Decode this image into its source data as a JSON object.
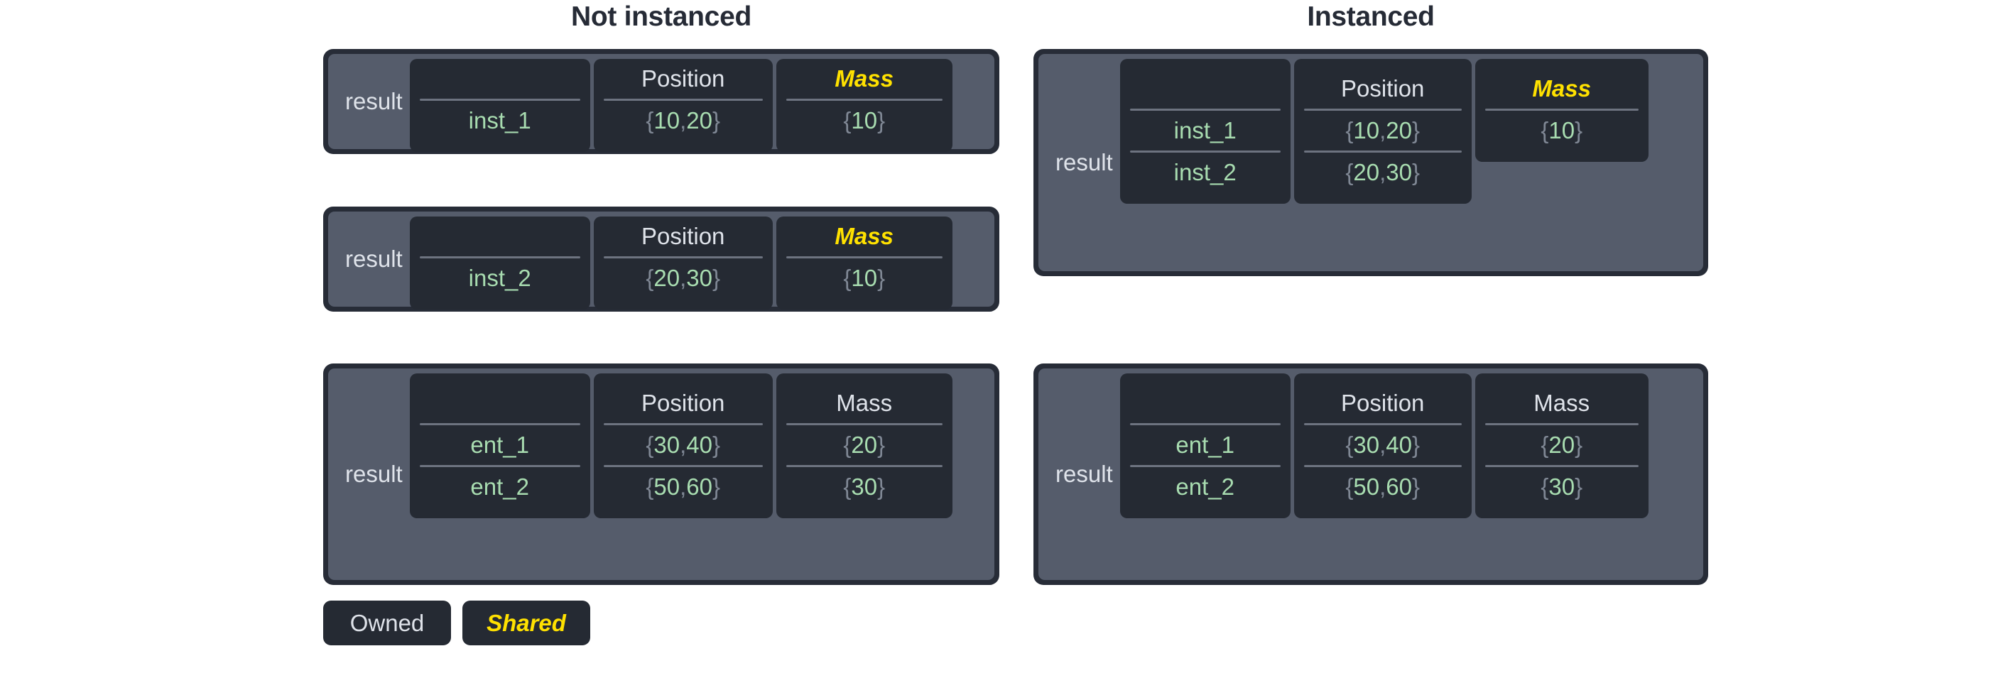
{
  "colors": {
    "page_bg": "#ffffff",
    "title_text": "#262b36",
    "table_border": "#272c37",
    "table_inner": "#555c6b",
    "cell_bg": "#252a33",
    "label_text": "#dfe3ea",
    "value_green": "#a8dcb0",
    "brace_gray": "#7f8794",
    "shared_yellow": "#ffe100",
    "rule_gray": "#6d7380"
  },
  "columns": {
    "left": {
      "title": "Not instanced"
    },
    "right": {
      "title": "Instanced"
    }
  },
  "labels": {
    "result": "result",
    "header_position": "Position",
    "header_mass": "Mass",
    "blank": ""
  },
  "tables": {
    "not_instanced": [
      {
        "row_label": "result",
        "headers": [
          "",
          "Position",
          "Mass"
        ],
        "header_shared": [
          false,
          false,
          true
        ],
        "rows": [
          {
            "id": "inst_1",
            "position": "{10, 20}",
            "mass": "{10}"
          }
        ]
      },
      {
        "row_label": "result",
        "headers": [
          "",
          "Position",
          "Mass"
        ],
        "header_shared": [
          false,
          false,
          true
        ],
        "rows": [
          {
            "id": "inst_2",
            "position": "{20, 30}",
            "mass": "{10}"
          }
        ]
      },
      {
        "row_label": "result",
        "headers": [
          "",
          "Position",
          "Mass"
        ],
        "header_shared": [
          false,
          false,
          false
        ],
        "rows": [
          {
            "id": "ent_1",
            "position": "{30, 40}",
            "mass": "{20}"
          },
          {
            "id": "ent_2",
            "position": "{50, 60}",
            "mass": "{30}"
          }
        ]
      }
    ],
    "instanced": [
      {
        "row_label": "result",
        "headers": [
          "",
          "Position",
          "Mass"
        ],
        "header_shared": [
          false,
          false,
          true
        ],
        "rows": [
          {
            "id": "inst_1",
            "position": "{10, 20}",
            "mass": "{10}"
          },
          {
            "id": "inst_2",
            "position": "{20, 30}",
            "mass": null
          }
        ],
        "mass_rows": 1
      },
      {
        "row_label": "result",
        "headers": [
          "",
          "Position",
          "Mass"
        ],
        "header_shared": [
          false,
          false,
          false
        ],
        "rows": [
          {
            "id": "ent_1",
            "position": "{30, 40}",
            "mass": "{20}"
          },
          {
            "id": "ent_2",
            "position": "{50, 60}",
            "mass": "{30}"
          }
        ],
        "mass_rows": 2
      }
    ]
  },
  "legend": {
    "owned": "Owned",
    "shared": "Shared"
  },
  "values": {
    "t1": {
      "id": "inst_1",
      "pos": "{10, 20}",
      "mass": "{10}"
    },
    "t2": {
      "id": "inst_2",
      "pos": "{20, 30}",
      "mass": "{10}"
    },
    "t3r1": {
      "id": "ent_1",
      "pos": "{30, 40}",
      "mass": "{20}"
    },
    "t3r2": {
      "id": "ent_2",
      "pos": "{50, 60}",
      "mass": "{30}"
    },
    "t4r1": {
      "id": "inst_1",
      "pos": "{10, 20}",
      "mass": "{10}"
    },
    "t4r2": {
      "id": "inst_2",
      "pos": "{20, 30}"
    },
    "t5r1": {
      "id": "ent_1",
      "pos": "{30, 40}",
      "mass": "{20}"
    },
    "t5r2": {
      "id": "ent_2",
      "pos": "{50, 60}",
      "mass": "{30}"
    }
  }
}
